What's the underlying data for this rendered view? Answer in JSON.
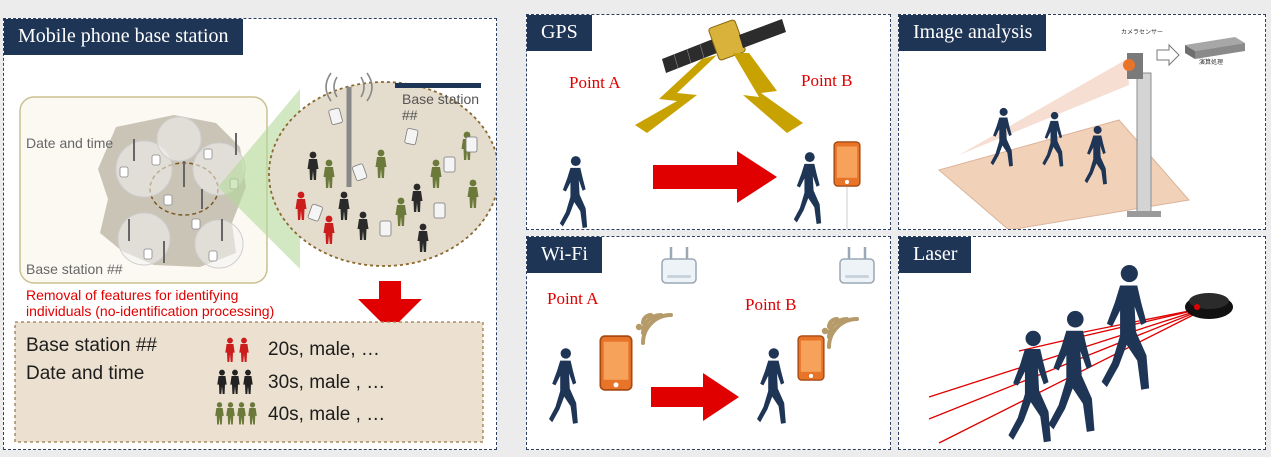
{
  "panels": {
    "mobile": {
      "title": "Mobile phone base station",
      "date_time_label": "Date and time",
      "base_station_label": "Base station ##",
      "base_station_top_label": "Base station ##",
      "removal_text_1": "Removal  of features for identifying",
      "removal_text_2": "individuals  (no-identification processing)",
      "result": {
        "base_station": "Base station ##",
        "date_time": "Date and time",
        "rows": [
          "20s, male, …",
          "30s, male , …",
          "40s, male , …"
        ]
      }
    },
    "gps": {
      "title": "GPS",
      "point_a": "Point A",
      "point_b": "Point B"
    },
    "image": {
      "title": "Image analysis",
      "sensor_label": "カメラセンサー",
      "server_label": "演算処理"
    },
    "wifi": {
      "title": "Wi-Fi",
      "point_a": "Point A",
      "point_b": "Point B"
    },
    "laser": {
      "title": "Laser"
    }
  },
  "colors": {
    "navy": "#1f3556",
    "red": "#e00000",
    "olive": "#6b7a3a",
    "gold": "#c8a200"
  }
}
